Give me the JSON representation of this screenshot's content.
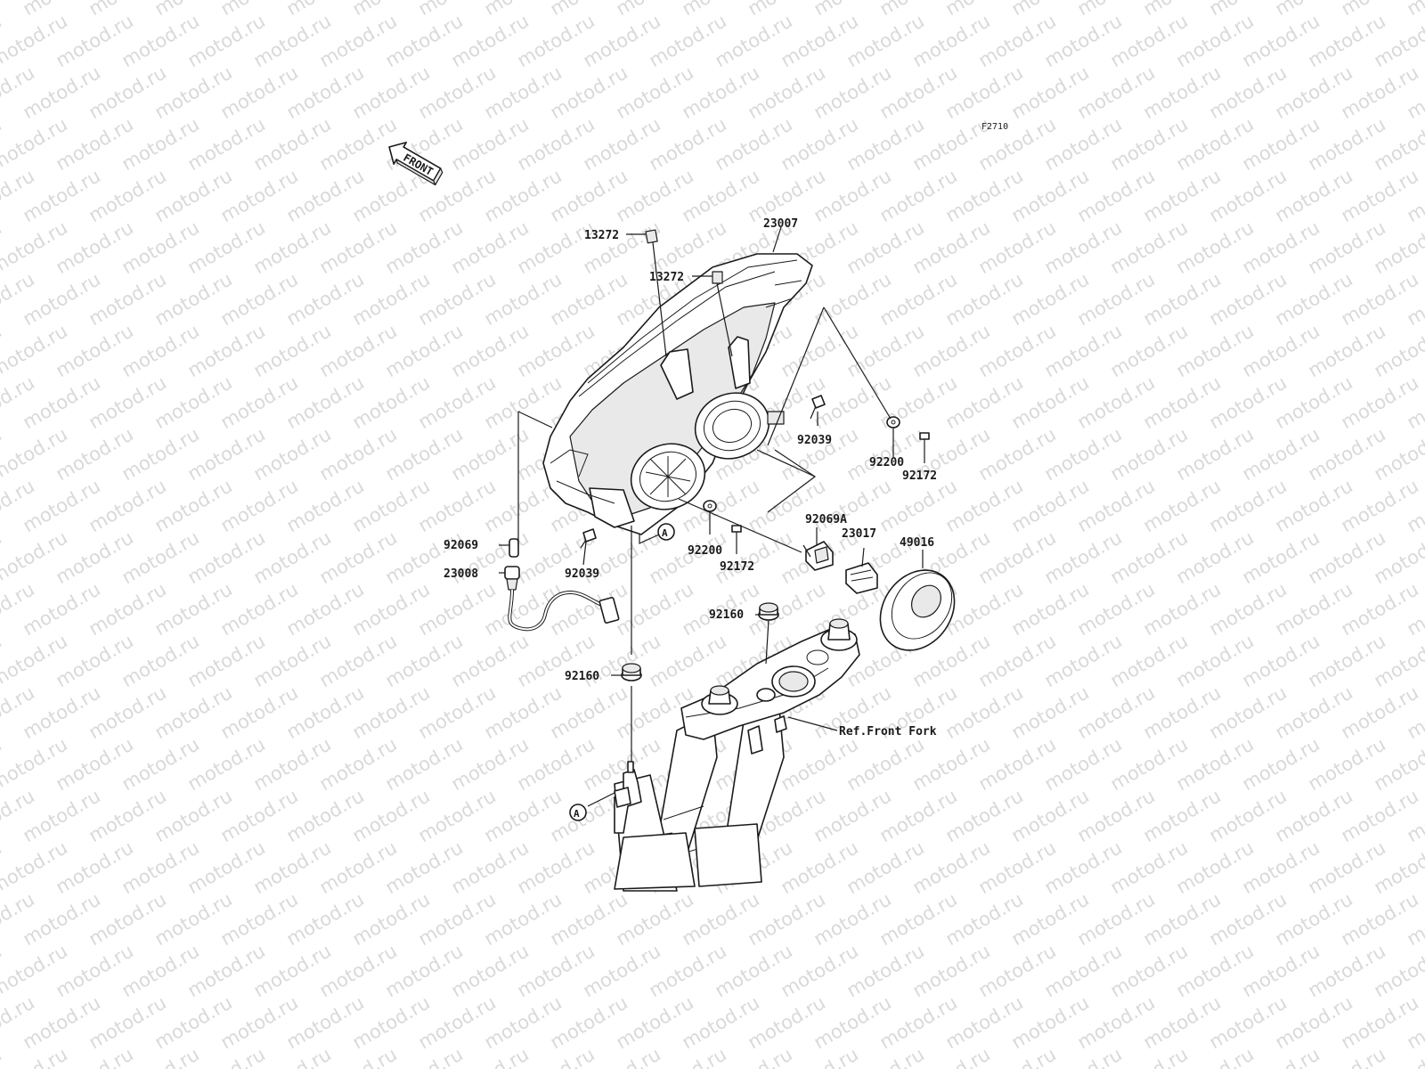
{
  "watermark": "motod.ru",
  "diagram_code": "F2710",
  "front_arrow": "FRONT",
  "reference_label": "Ref.Front Fork",
  "view_marker": "A",
  "parts": [
    {
      "id": "13272_top",
      "number": "13272"
    },
    {
      "id": "13272_left",
      "number": "13272"
    },
    {
      "id": "23007",
      "number": "23007"
    },
    {
      "id": "92039_right",
      "number": "92039"
    },
    {
      "id": "92200_right",
      "number": "92200"
    },
    {
      "id": "92172_right",
      "number": "92172"
    },
    {
      "id": "92069",
      "number": "92069"
    },
    {
      "id": "23008",
      "number": "23008"
    },
    {
      "id": "92039_left",
      "number": "92039"
    },
    {
      "id": "92200_mid",
      "number": "92200"
    },
    {
      "id": "92172_mid",
      "number": "92172"
    },
    {
      "id": "92069A",
      "number": "92069A"
    },
    {
      "id": "23017",
      "number": "23017"
    },
    {
      "id": "49016",
      "number": "49016"
    },
    {
      "id": "92160_right",
      "number": "92160"
    },
    {
      "id": "92160_left",
      "number": "92160"
    }
  ]
}
